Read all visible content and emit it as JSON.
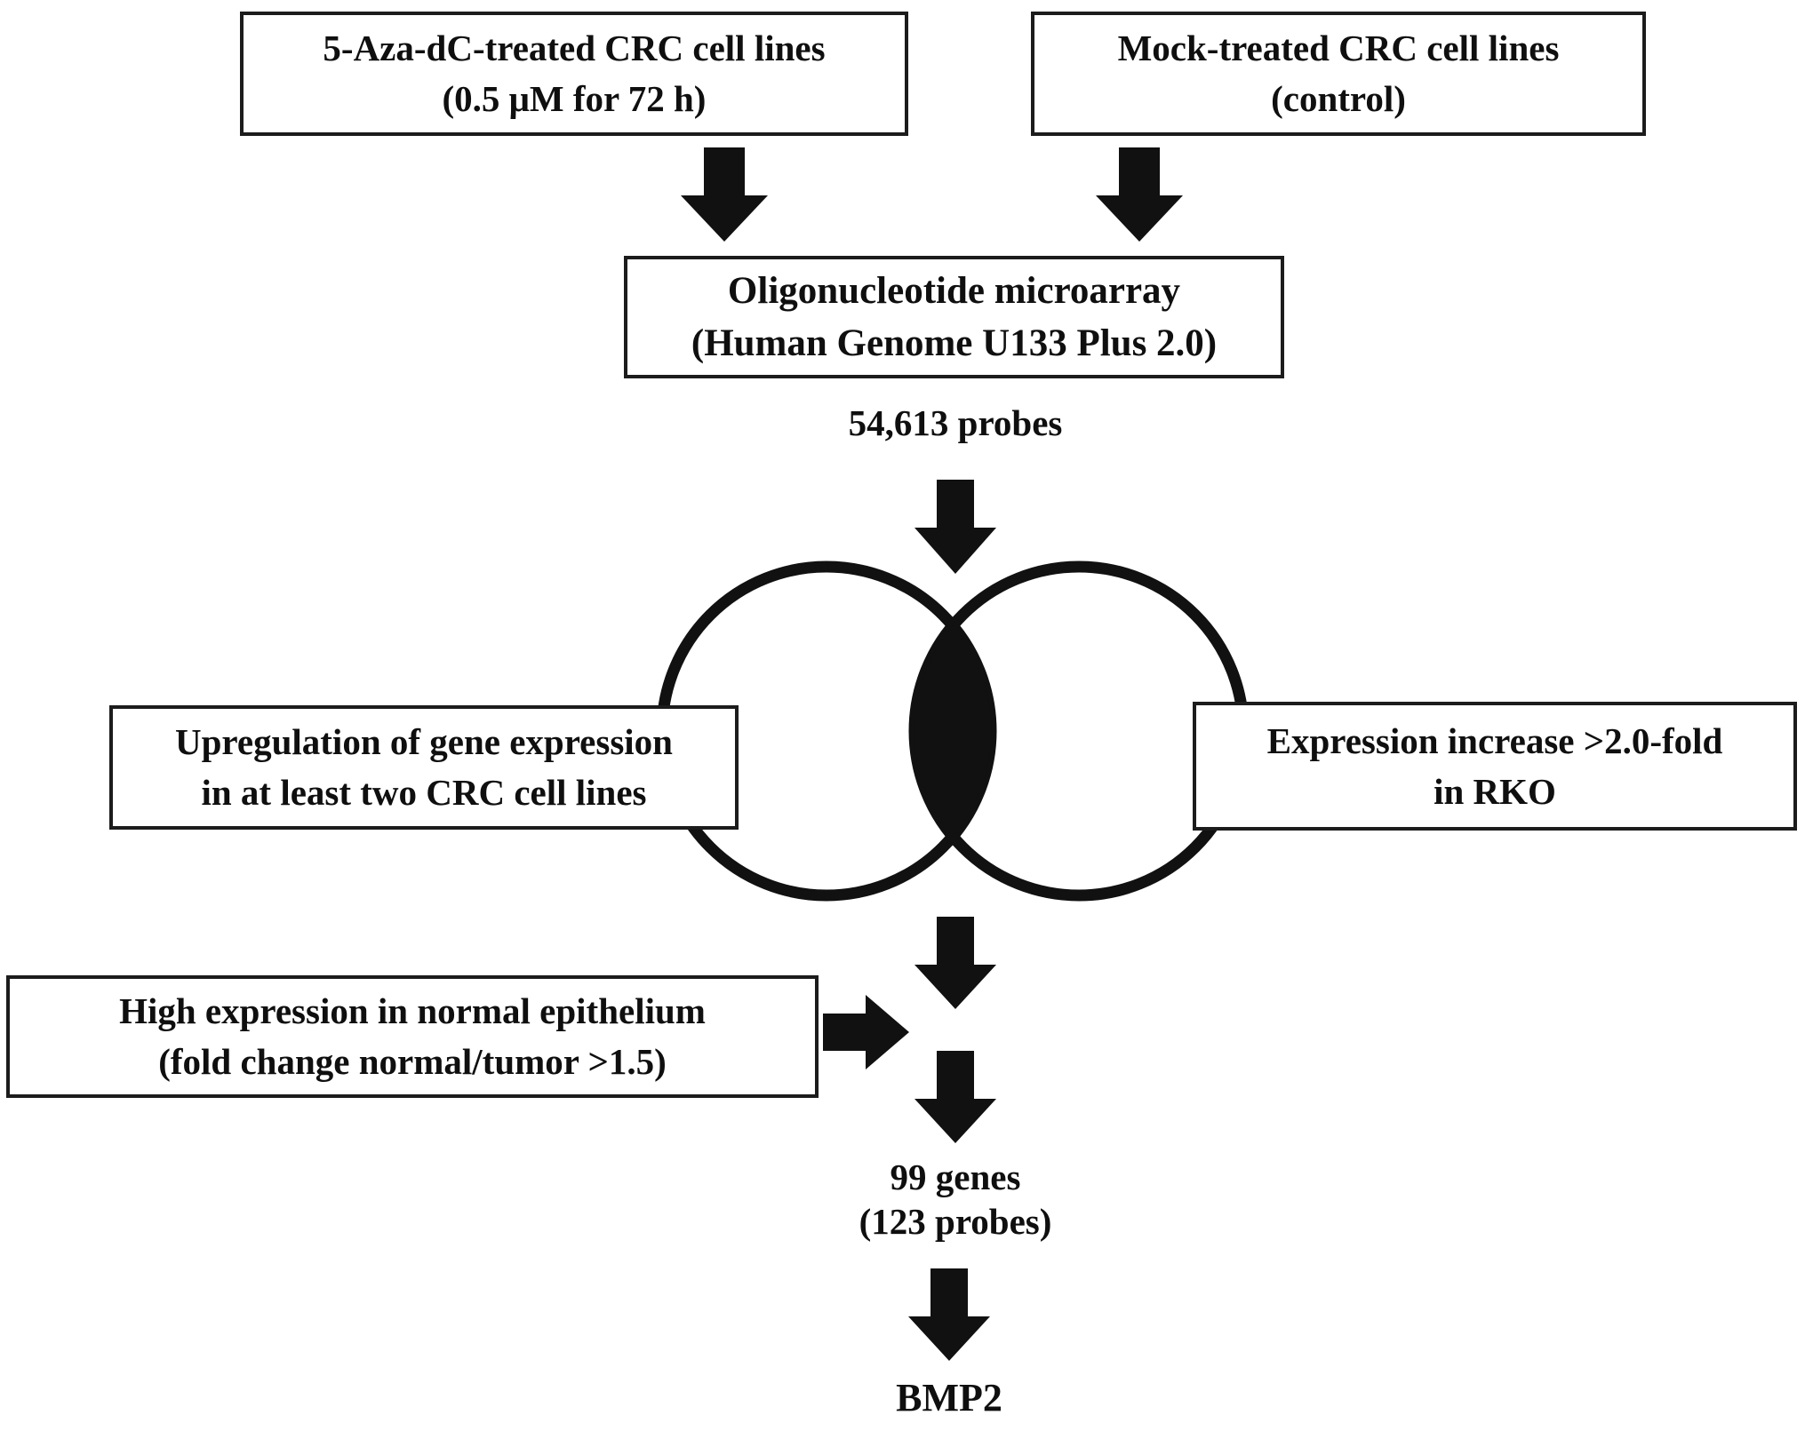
{
  "boxes": {
    "aza": {
      "line1": "5-Aza-dC-treated CRC cell lines",
      "line2": "(0.5 μM for 72 h)"
    },
    "mock": {
      "line1": "Mock-treated CRC cell lines",
      "line2": "(control)"
    },
    "microarray": {
      "line1": "Oligonucleotide microarray",
      "line2": "(Human Genome U133 Plus 2.0)"
    },
    "upregulation": {
      "line1": "Upregulation of gene expression",
      "line2": "in at least two CRC cell lines"
    },
    "rko": {
      "line1": "Expression increase >2.0-fold",
      "line2": "in RKO"
    },
    "normal": {
      "line1": "High expression in normal epithelium",
      "line2": "(fold change normal/tumor >1.5)"
    }
  },
  "labels": {
    "probes": "54,613 probes",
    "genes_line1": "99 genes",
    "genes_line2": "(123 probes)",
    "final_gene": "BMP2"
  },
  "icons": {
    "down_arrow": "solid-black-block-arrow-down",
    "right_arrow": "solid-black-block-arrow-right",
    "venn": "two-overlapping-circles-filled-intersection"
  },
  "colors": {
    "ink": "#111111",
    "background": "#ffffff"
  }
}
